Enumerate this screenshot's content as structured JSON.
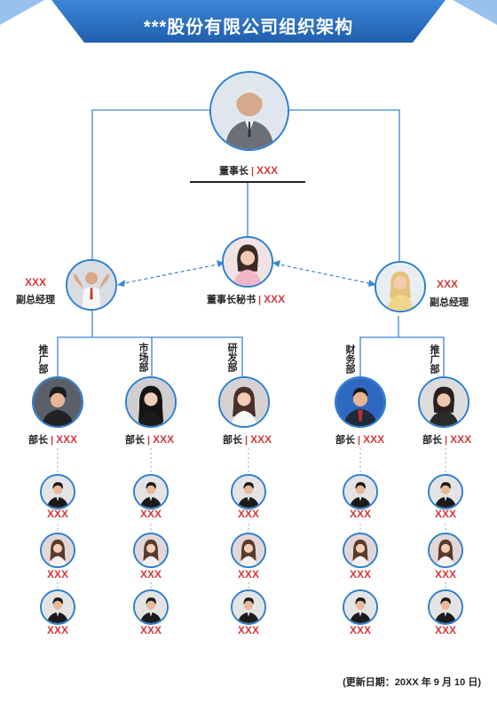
{
  "title": "***股份有限公司组织架构",
  "chairman": {
    "role": "董事长",
    "name": "XXX"
  },
  "secretary": {
    "role": "董事长秘书",
    "name": "XXX"
  },
  "vp_left": {
    "name": "XXX",
    "role": "副总经理"
  },
  "vp_right": {
    "name": "XXX",
    "role": "副总经理"
  },
  "departments": [
    {
      "name": "推广部",
      "head_role": "部长",
      "head_name": "XXX",
      "staff": [
        "XXX",
        "XXX",
        "XXX"
      ]
    },
    {
      "name": "市场部",
      "head_role": "部长",
      "head_name": "XXX",
      "staff": [
        "XXX",
        "XXX",
        "XXX"
      ]
    },
    {
      "name": "研发部",
      "head_role": "部长",
      "head_name": "XXX",
      "staff": [
        "XXX",
        "XXX",
        "XXX"
      ]
    },
    {
      "name": "财务部",
      "head_role": "部长",
      "head_name": "XXX",
      "staff": [
        "XXX",
        "XXX",
        "XXX"
      ]
    },
    {
      "name": "推广部",
      "head_role": "部长",
      "head_name": "XXX",
      "staff": [
        "XXX",
        "XXX",
        "XXX"
      ]
    }
  ],
  "footer": "(更新日期：20XX 年 9 月 10 日)",
  "colors": {
    "primary": "#2c7fd0",
    "accent": "#d23a3a",
    "banner": "#2a6fc0"
  }
}
